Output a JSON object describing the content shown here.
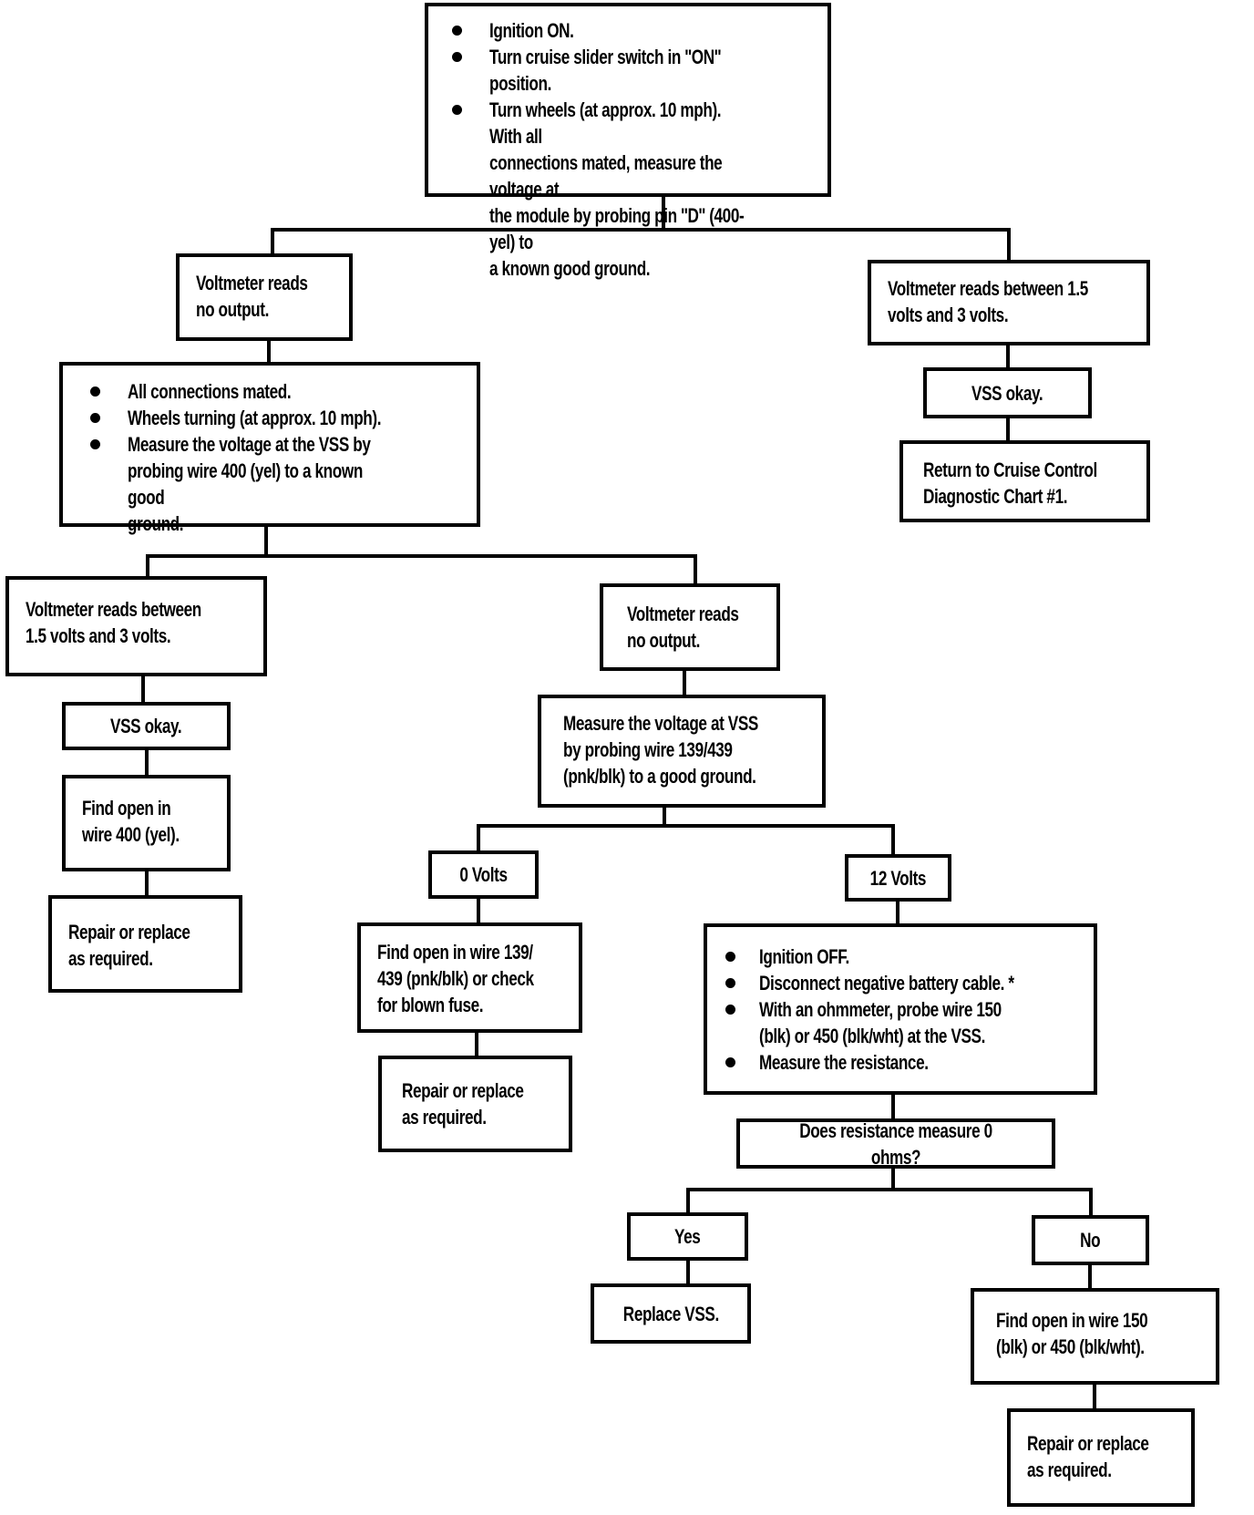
{
  "colors": {
    "ink": "#000000",
    "paper": "#ffffff"
  },
  "nodes": {
    "start": {
      "bullets": [
        "Ignition ON.",
        "Turn cruise slider switch in ''ON'' position.",
        "Turn wheels (at approx. 10 mph). With all\nconnections mated, measure the voltage at\nthe module by probing pin ''D'' (400-yel) to\na known good ground."
      ]
    },
    "vm_no_output_1": {
      "text": "Voltmeter reads\nno output."
    },
    "vm_1_5_to_3_right": {
      "text": "Voltmeter reads between 1.5\nvolts and 3 volts."
    },
    "vss_okay_right": {
      "text": "VSS okay."
    },
    "return_chart": {
      "text": "Return to Cruise Control\nDiagnostic Chart #1."
    },
    "vss_check": {
      "bullets": [
        "All connections mated.",
        "Wheels turning (at approx. 10 mph).",
        "Measure the voltage at the VSS by\nprobing wire 400 (yel) to a known good\nground."
      ]
    },
    "vm_1_5_to_3_left": {
      "text": "Voltmeter reads between\n1.5 volts and 3 volts."
    },
    "vss_okay_left": {
      "text": "VSS okay."
    },
    "find_open_400": {
      "text": "Find open in\nwire 400 (yel)."
    },
    "repair_left": {
      "text": "Repair or replace\nas required."
    },
    "vm_no_output_2": {
      "text": "Voltmeter reads\nno output."
    },
    "measure_vss_139": {
      "text": "Measure the voltage at VSS\nby probing wire 139/439\n(pnk/blk) to a good ground."
    },
    "volts_0": {
      "text": "0 Volts"
    },
    "find_open_139": {
      "text": "Find open in wire 139/\n439 (pnk/blk) or check\nfor blown fuse."
    },
    "repair_mid": {
      "text": "Repair or replace\nas required."
    },
    "volts_12": {
      "text": "12 Volts"
    },
    "ohmmeter_check": {
      "bullets": [
        "Ignition OFF.",
        "Disconnect negative battery cable. *",
        "With an ohmmeter, probe wire 150\n(blk) or 450 (blk/wht) at the VSS.",
        "Measure the resistance."
      ]
    },
    "resistance_q": {
      "text": "Does resistance measure 0 ohms?"
    },
    "yes": {
      "text": "Yes"
    },
    "replace_vss": {
      "text": "Replace VSS."
    },
    "no": {
      "text": "No"
    },
    "find_open_150": {
      "text": "Find open in wire 150\n(blk) or 450 (blk/wht)."
    },
    "repair_right": {
      "text": "Repair or replace\nas required."
    }
  },
  "edges": [
    {
      "from": "start",
      "to": "vm_no_output_1"
    },
    {
      "from": "start",
      "to": "vm_1_5_to_3_right"
    },
    {
      "from": "vm_1_5_to_3_right",
      "to": "vss_okay_right"
    },
    {
      "from": "vss_okay_right",
      "to": "return_chart"
    },
    {
      "from": "vm_no_output_1",
      "to": "vss_check"
    },
    {
      "from": "vss_check",
      "to": "vm_1_5_to_3_left"
    },
    {
      "from": "vss_check",
      "to": "vm_no_output_2"
    },
    {
      "from": "vm_1_5_to_3_left",
      "to": "vss_okay_left"
    },
    {
      "from": "vss_okay_left",
      "to": "find_open_400"
    },
    {
      "from": "find_open_400",
      "to": "repair_left"
    },
    {
      "from": "vm_no_output_2",
      "to": "measure_vss_139"
    },
    {
      "from": "measure_vss_139",
      "to": "volts_0"
    },
    {
      "from": "measure_vss_139",
      "to": "volts_12"
    },
    {
      "from": "volts_0",
      "to": "find_open_139"
    },
    {
      "from": "find_open_139",
      "to": "repair_mid"
    },
    {
      "from": "volts_12",
      "to": "ohmmeter_check"
    },
    {
      "from": "ohmmeter_check",
      "to": "resistance_q"
    },
    {
      "from": "resistance_q",
      "to": "yes"
    },
    {
      "from": "resistance_q",
      "to": "no"
    },
    {
      "from": "yes",
      "to": "replace_vss"
    },
    {
      "from": "no",
      "to": "find_open_150"
    },
    {
      "from": "find_open_150",
      "to": "repair_right"
    }
  ]
}
